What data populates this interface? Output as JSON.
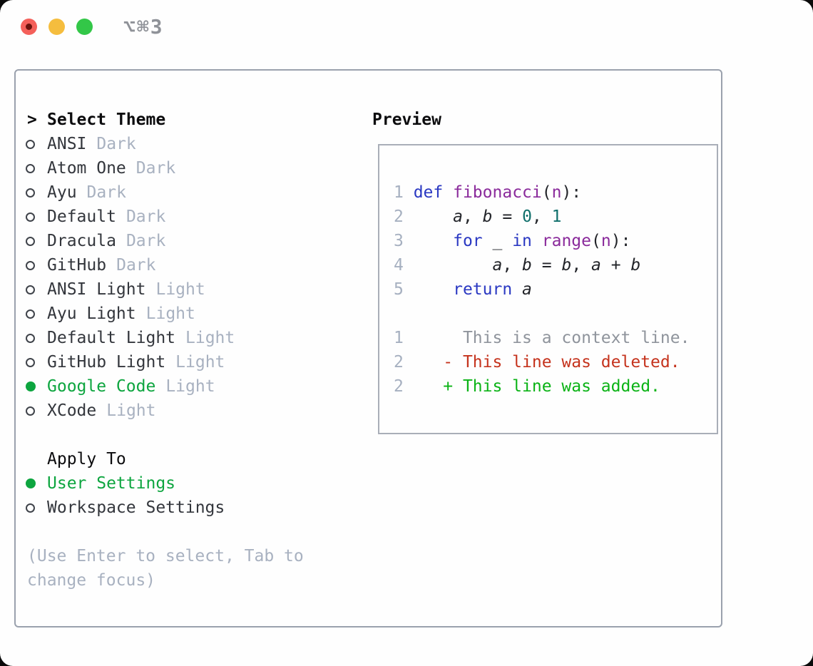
{
  "window": {
    "title": "⌥⌘3",
    "traffic_lights": [
      {
        "name": "close",
        "color": "#f4605a",
        "has_inner_dot": true
      },
      {
        "name": "minimize",
        "color": "#f5bd3e"
      },
      {
        "name": "zoom",
        "color": "#33c748"
      }
    ]
  },
  "theme_list": {
    "cursor": ">",
    "title": "Select Theme",
    "items": [
      {
        "name": "ANSI",
        "variant": "Dark",
        "selected": false
      },
      {
        "name": "Atom One",
        "variant": "Dark",
        "selected": false
      },
      {
        "name": "Ayu",
        "variant": "Dark",
        "selected": false
      },
      {
        "name": "Default",
        "variant": "Dark",
        "selected": false
      },
      {
        "name": "Dracula",
        "variant": "Dark",
        "selected": false
      },
      {
        "name": "GitHub",
        "variant": "Dark",
        "selected": false
      },
      {
        "name": "ANSI Light",
        "variant": "Light",
        "selected": false
      },
      {
        "name": "Ayu Light",
        "variant": "Light",
        "selected": false
      },
      {
        "name": "Default Light",
        "variant": "Light",
        "selected": false
      },
      {
        "name": "GitHub Light",
        "variant": "Light",
        "selected": false
      },
      {
        "name": "Google Code",
        "variant": "Light",
        "selected": true
      },
      {
        "name": "XCode",
        "variant": "Light",
        "selected": false
      }
    ]
  },
  "apply_to": {
    "title": "Apply To",
    "options": [
      {
        "label": "User Settings",
        "selected": true
      },
      {
        "label": "Workspace Settings",
        "selected": false
      }
    ]
  },
  "hint": {
    "lines": [
      "(Use Enter to select, Tab to",
      "change focus)"
    ]
  },
  "preview": {
    "title": "Preview",
    "lines": [
      {
        "num": "1",
        "segs": [
          {
            "c": "kw",
            "t": "def"
          },
          {
            "c": "pl",
            "t": " "
          },
          {
            "c": "fn",
            "t": "fibonacci"
          },
          {
            "c": "pl",
            "t": "("
          },
          {
            "c": "fn",
            "t": "n"
          },
          {
            "c": "pl",
            "t": "):"
          }
        ]
      },
      {
        "num": "2",
        "segs": [
          {
            "c": "pl",
            "t": "    "
          },
          {
            "c": "va",
            "t": "a"
          },
          {
            "c": "pl",
            "t": ", "
          },
          {
            "c": "va",
            "t": "b"
          },
          {
            "c": "pl",
            "t": " = "
          },
          {
            "c": "nm",
            "t": "0"
          },
          {
            "c": "pl",
            "t": ", "
          },
          {
            "c": "nm",
            "t": "1"
          }
        ]
      },
      {
        "num": "3",
        "segs": [
          {
            "c": "pl",
            "t": "    "
          },
          {
            "c": "kw",
            "t": "for"
          },
          {
            "c": "pl",
            "t": " _ "
          },
          {
            "c": "kw",
            "t": "in"
          },
          {
            "c": "pl",
            "t": " "
          },
          {
            "c": "fn",
            "t": "range"
          },
          {
            "c": "pl",
            "t": "("
          },
          {
            "c": "fn",
            "t": "n"
          },
          {
            "c": "pl",
            "t": "):"
          }
        ]
      },
      {
        "num": "4",
        "segs": [
          {
            "c": "pl",
            "t": "        "
          },
          {
            "c": "va",
            "t": "a"
          },
          {
            "c": "pl",
            "t": ", "
          },
          {
            "c": "va",
            "t": "b"
          },
          {
            "c": "pl",
            "t": " = "
          },
          {
            "c": "va",
            "t": "b"
          },
          {
            "c": "pl",
            "t": ", "
          },
          {
            "c": "va",
            "t": "a"
          },
          {
            "c": "pl",
            "t": " + "
          },
          {
            "c": "va",
            "t": "b"
          }
        ]
      },
      {
        "num": "5",
        "segs": [
          {
            "c": "pl",
            "t": "    "
          },
          {
            "c": "kw",
            "t": "return"
          },
          {
            "c": "pl",
            "t": " "
          },
          {
            "c": "va",
            "t": "a"
          }
        ]
      },
      {
        "num": "",
        "segs": []
      },
      {
        "num": "1",
        "segs": [
          {
            "c": "cx",
            "t": "     This is a context line."
          }
        ]
      },
      {
        "num": "2",
        "segs": [
          {
            "c": "pl",
            "t": "   "
          },
          {
            "c": "de",
            "t": "- This line was deleted."
          }
        ]
      },
      {
        "num": "2",
        "segs": [
          {
            "c": "pl",
            "t": "   "
          },
          {
            "c": "ad",
            "t": "+ This line was added."
          }
        ]
      }
    ]
  },
  "colors": {
    "selected_green": "#0da53f",
    "muted_label": "#a8b1c0",
    "dark_text": "#33363c",
    "keyword_blue": "#2a38c2",
    "function_purple": "#8a2a9b",
    "number_teal": "#0f6f6b",
    "diff_deleted_red": "#c5331d",
    "diff_added_green": "#0bb316",
    "context_gray": "#8f949c",
    "panel_border": "#9aa1ad",
    "preview_border": "#a9aeb8",
    "title_gray": "#8f9298",
    "traffic_red": "#f4605a",
    "traffic_yellow": "#f5bd3e",
    "traffic_green": "#33c748"
  }
}
